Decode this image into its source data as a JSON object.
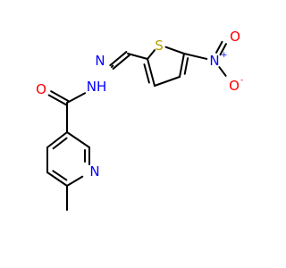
{
  "molecule": {
    "atoms": [
      {
        "id": "o_carbonyl",
        "text": "O",
        "charge": "",
        "color": "#ff0000"
      },
      {
        "id": "n_hydrazone",
        "text": "N",
        "charge": "",
        "color": "#0000ff"
      },
      {
        "id": "nh",
        "text": "NH",
        "charge": "",
        "color": "#0000ff"
      },
      {
        "id": "s_thiophene",
        "text": "S",
        "charge": "",
        "color": "#b5a000"
      },
      {
        "id": "n_nitro",
        "text": "N",
        "charge": "+",
        "color": "#0000ff"
      },
      {
        "id": "o_nitro_double",
        "text": "O",
        "charge": "",
        "color": "#ff0000"
      },
      {
        "id": "o_nitro_single",
        "text": "O",
        "charge": "-",
        "color": "#ff0000"
      },
      {
        "id": "n_pyridine",
        "text": "N",
        "charge": "",
        "color": "#0000ff"
      }
    ],
    "bond_color": "#000000"
  }
}
